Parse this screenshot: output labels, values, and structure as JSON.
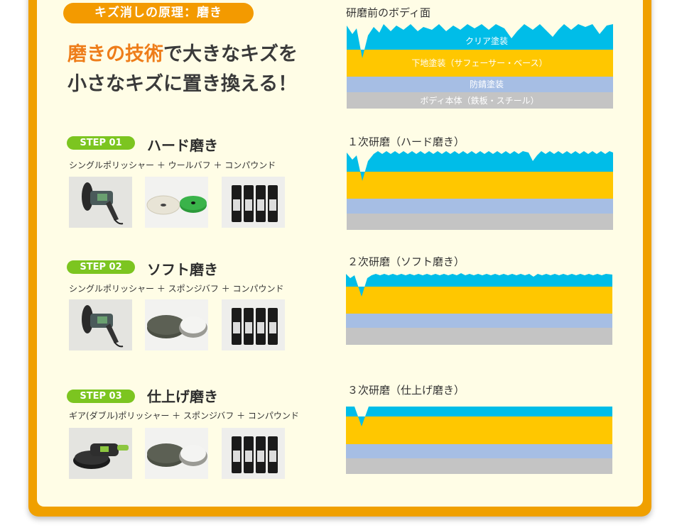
{
  "pill_label": "キズ消しの原理：磨き",
  "headline": {
    "highlight": "磨きの技術",
    "line1_rest": "で大きなキズを",
    "line2": "小さなキズに置き換える！"
  },
  "before": {
    "title": "研磨前のボディ面",
    "layers": [
      "クリア塗装",
      "下地塗装（サフェーサー・ベース）",
      "防錆塗装",
      "ボディ本体（鉄板・スチール）"
    ]
  },
  "steps": [
    {
      "badge": "STEP 01",
      "title": "ハード磨き",
      "tools": "シングルポリッシャー ＋ ウールバフ ＋ コンパウンド",
      "diagram_title": "１次研磨（ハード磨き）"
    },
    {
      "badge": "STEP 02",
      "title": "ソフト磨き",
      "tools": "シングルポリッシャー ＋ スポンジバフ ＋ コンパウンド",
      "diagram_title": "２次研磨（ソフト磨き）"
    },
    {
      "badge": "STEP 03",
      "title": "仕上げ磨き",
      "tools": "ギア(ダブル)ポリッシャー ＋ スポンジバフ ＋ コンパウンド",
      "diagram_title": "３次研磨（仕上げ磨き）"
    }
  ],
  "colors": {
    "frame": "#f0a000",
    "panel": "#fffde6",
    "accent_orange": "#ee7d1a",
    "step_green": "#7cc520",
    "clear_coat": "#00bde8",
    "base_coat": "#ffc700",
    "rust_coat": "#a6bee4",
    "steel": "#c4c4c4"
  },
  "icons": {
    "single_polisher": "single-polisher-photo",
    "wool_buff": "wool-buff-photo",
    "sponge_buff": "sponge-buff-photo",
    "compound": "compound-bottles-photo",
    "gear_polisher": "gear-polisher-photo"
  }
}
